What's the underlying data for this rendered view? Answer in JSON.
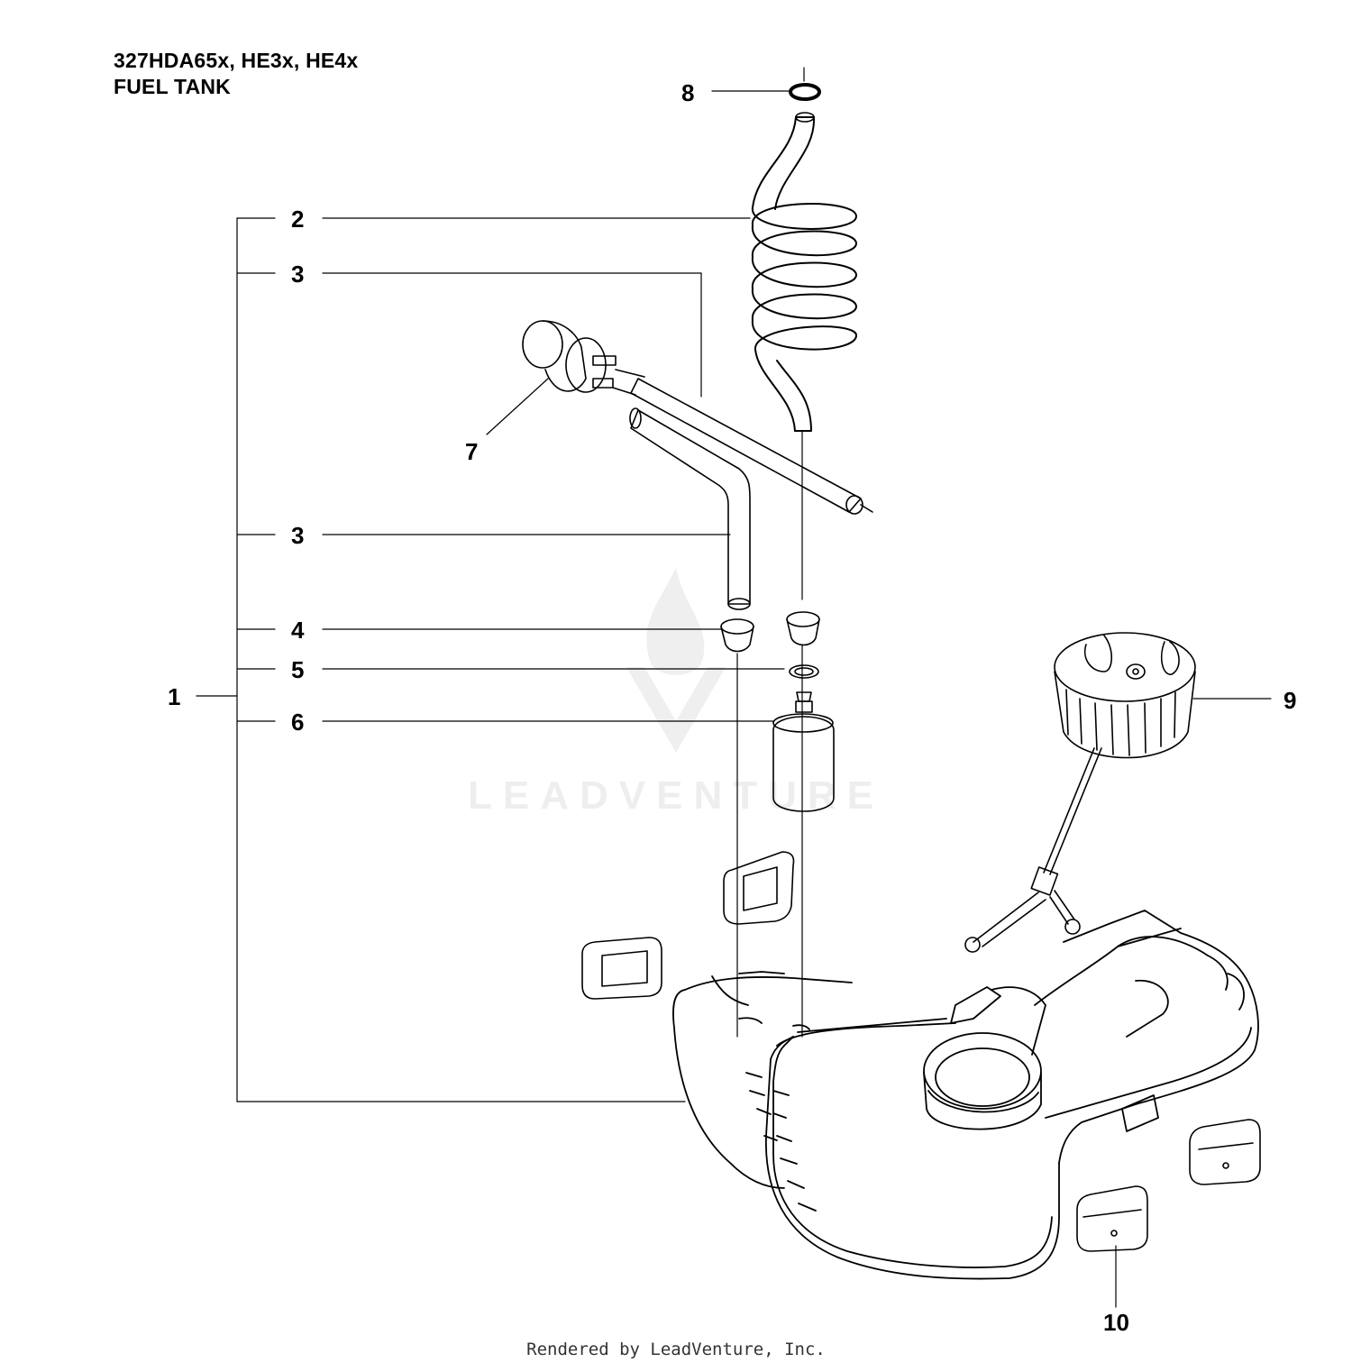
{
  "header": {
    "model": "327HDA65x, HE3x, HE4x",
    "section": "FUEL TANK"
  },
  "callouts": {
    "c1": "1",
    "c2": "2",
    "c3a": "3",
    "c3b": "3",
    "c4": "4",
    "c5": "5",
    "c6": "6",
    "c7": "7",
    "c8": "8",
    "c9": "9",
    "c10": "10"
  },
  "watermark": "LEADVENTURE",
  "footer": "Rendered by LeadVenture, Inc.",
  "colors": {
    "line": "#000000",
    "watermark": "#eeeeee"
  }
}
